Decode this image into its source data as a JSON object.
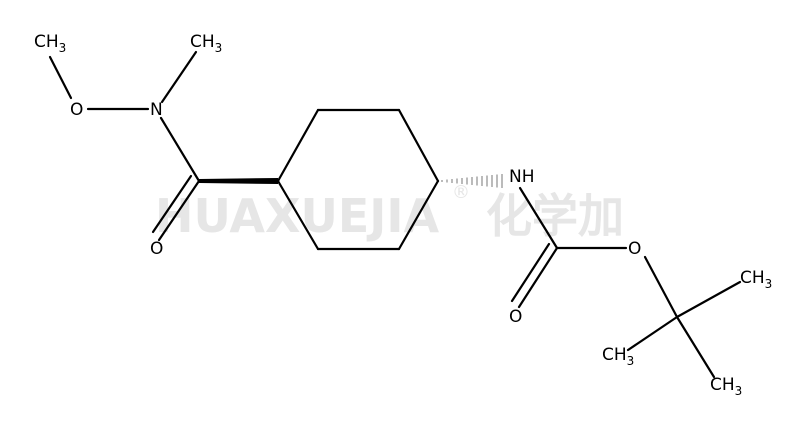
{
  "watermark": {
    "latin": "HUAXUEJIA",
    "registered": "®",
    "chinese": "化学加"
  },
  "atoms": {
    "ch3_top_left": {
      "main": "CH",
      "sub": "3"
    },
    "ch3_top_mid": {
      "main": "CH",
      "sub": "3"
    },
    "o_methoxy": "O",
    "n_amide": "N",
    "o_carbonyl_left": "O",
    "nh": "NH",
    "o_carbonyl_right": "O",
    "o_ester": "O",
    "ch3_right": {
      "main": "CH",
      "sub": "3"
    },
    "ch3_bottom_left": {
      "main": "CH",
      "sub": "3"
    },
    "ch3_bottom": {
      "main": "CH",
      "sub": "3"
    }
  },
  "colors": {
    "bond": "#000000",
    "watermark": "#e6e6e6",
    "hash_wedge": "#aaaaaa"
  }
}
